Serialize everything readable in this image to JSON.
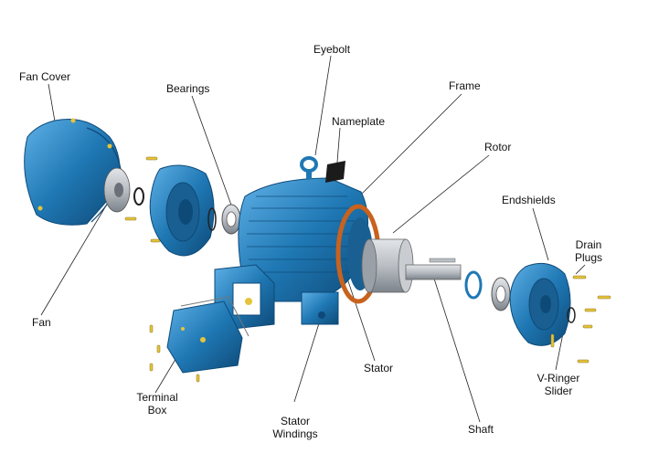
{
  "colors": {
    "part_blue": "#1f78b4",
    "part_dark": "#0e4a78",
    "part_light": "#5fb0e6",
    "metal": "#b9bec4",
    "metal_dark": "#7c838b",
    "copper": "#c8621e",
    "leader": "#222222"
  },
  "labels": {
    "fan_cover": "Fan Cover",
    "bearings": "Bearings",
    "eyebolt": "Eyebolt",
    "frame": "Frame",
    "nameplate": "Nameplate",
    "rotor": "Rotor",
    "endshields": "Endshields",
    "drain_plugs_1": "Drain",
    "drain_plugs_2": "Plugs",
    "fan": "Fan",
    "terminal_box_1": "Terminal",
    "terminal_box_2": "Box",
    "stator": "Stator",
    "stator_windings_1": "Stator",
    "stator_windings_2": "Windings",
    "shaft": "Shaft",
    "v_ringer_slider_1": "V-Ringer",
    "v_ringer_slider_2": "Slider"
  }
}
